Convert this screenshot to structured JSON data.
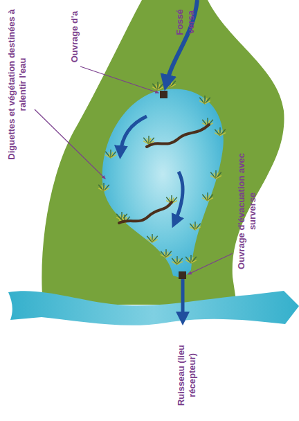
{
  "diagram": {
    "labels": [
      "Ouvrage d'a",
      "Fossé versa",
      "Diguettes et végétation destinées à ralentir l'eau",
      "Ouvrage d'évacuation avec surverse",
      "Ruisseau (lieu récepteur)"
    ]
  }
}
